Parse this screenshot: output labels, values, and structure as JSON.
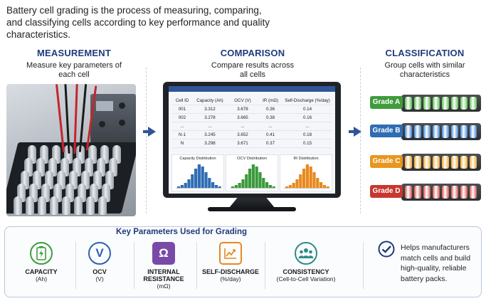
{
  "intro": "Battery cell grading is the process of measuring, comparing, and classifying cells according to key performance and quality characteristics.",
  "measurement": {
    "title": "MEASUREMENT",
    "subtitle": "Measure key parameters of each cell"
  },
  "comparison": {
    "title": "COMPARISON",
    "subtitle": "Compare results across all cells",
    "table": {
      "headers": [
        "Cell ID",
        "Capacity (Ah)",
        "OCV (V)",
        "IR (mΩ)",
        "Self-Discharge (%/day)"
      ],
      "rows": [
        [
          "001",
          "3.312",
          "3.678",
          "0.36",
          "0.14"
        ],
        [
          "002",
          "3.278",
          "3.665",
          "0.38",
          "0.16"
        ],
        [
          "...",
          "...",
          "...",
          "...",
          "..."
        ],
        [
          "N-1",
          "3.245",
          "3.652",
          "0.41",
          "0.18"
        ],
        [
          "N",
          "3.298",
          "3.671",
          "0.37",
          "0.15"
        ]
      ]
    },
    "histograms": [
      {
        "title": "Capacity Distribution",
        "color": "#2f6db5"
      },
      {
        "title": "OCV Distribution",
        "color": "#3a9a3a"
      },
      {
        "title": "IR Distribution",
        "color": "#e8891e"
      }
    ]
  },
  "classification": {
    "title": "CLASSIFICATION",
    "subtitle": "Group cells with similar characteristics",
    "grades": [
      {
        "label": "Grade A",
        "color": "#3f9b3c",
        "cell_color": "#5cc04f"
      },
      {
        "label": "Grade B",
        "color": "#2f6db5",
        "cell_color": "#3f86d6"
      },
      {
        "label": "Grade C",
        "color": "#e8961e",
        "cell_color": "#f0a82e"
      },
      {
        "label": "Grade D",
        "color": "#c7372f",
        "cell_color": "#d9534a"
      }
    ]
  },
  "key_parameters": {
    "title": "Key Parameters Used for Grading",
    "items": [
      {
        "name": "CAPACITY",
        "unit": "(Ah)",
        "icon": "battery-icon",
        "color": "#3f9b3c"
      },
      {
        "name": "OCV",
        "unit": "(V)",
        "icon": "voltage-v-icon",
        "color": "#2f5fb3"
      },
      {
        "name": "INTERNAL RESISTANCE",
        "unit": "(mΩ)",
        "icon": "ohm-icon",
        "color": "#7a4aa8"
      },
      {
        "name": "SELF-DISCHARGE",
        "unit": "(%/day)",
        "icon": "trend-chart-icon",
        "color": "#e8891e"
      },
      {
        "name": "CONSISTENCY",
        "unit": "(Cell-to-Cell Variation)",
        "icon": "people-group-icon",
        "color": "#2e8a8a"
      }
    ]
  },
  "helps_text": "Helps manufacturers match cells and build high-quality, reliable battery packs."
}
